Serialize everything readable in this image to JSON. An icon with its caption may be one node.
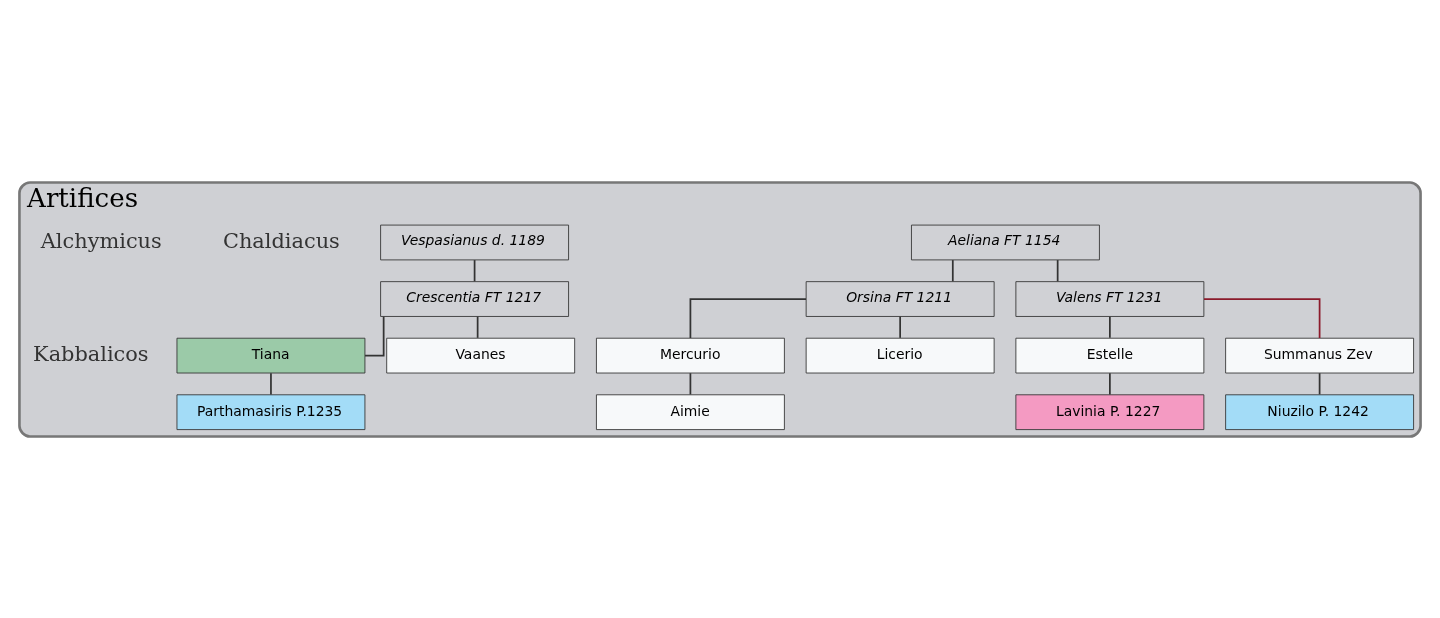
{
  "diagram": {
    "nodes": [
      {
        "text": [
          "Artifices"
        ]
      },
      {
        "text": [
          "Aeliana FT 1154"
        ],
        "in": 0
      },
      {
        "text": [
          "Vespasianus d. 1189"
        ],
        "in": 0
      },
      {
        "text": [
          "Orsina FT 1211"
        ],
        "in": 0
      },
      {
        "text": [
          "Crescentia FT 1217"
        ],
        "in": 0
      },
      {
        "text": [
          "Mercurio"
        ],
        "in": 0
      },
      {
        "text": [
          "Licerio"
        ],
        "in": 0
      },
      {
        "text": [
          "Tiana"
        ],
        "in": 0
      },
      {
        "text": [
          "Aimie"
        ],
        "in": 0
      },
      {
        "text": [
          "Parthamasiris P.1235"
        ],
        "in": 0
      },
      {
        "text": [
          "Valens FT 1231"
        ],
        "in": 0
      },
      {
        "text": [
          "Vaanes"
        ],
        "in": 0
      },
      {
        "text": [
          "Estelle"
        ],
        "in": 0
      },
      {
        "text": [
          "Summanus Zev"
        ],
        "in": 0
      },
      {
        "text": [
          "Lavinia P. 1227"
        ],
        "in": 0
      },
      {
        "text": [
          "Niuzilo P. 1242"
        ],
        "in": 0
      }
    ],
    "edges": [
      {
        "from": 1,
        "to": 3,
        "arrow": "none"
      },
      {
        "from": 1,
        "to": 10,
        "arrow": "none"
      },
      {
        "from": 2,
        "to": 4,
        "arrow": "none"
      },
      {
        "from": 3,
        "to": 5,
        "arrow": "none"
      },
      {
        "from": 3,
        "to": 6,
        "arrow": "none"
      },
      {
        "from": 5,
        "to": 8,
        "arrow": "none"
      },
      {
        "from": 4,
        "to": 7,
        "arrow": "none"
      },
      {
        "from": 4,
        "to": 11,
        "arrow": "none"
      },
      {
        "from": 7,
        "to": 9,
        "arrow": "none"
      },
      {
        "from": 10,
        "to": 12,
        "arrow": "none"
      },
      {
        "from": 10,
        "to": 13,
        "arrow": "none",
        "color": "#8b1a2b"
      },
      {
        "from": 12,
        "to": 14,
        "arrow": "none"
      },
      {
        "from": 13,
        "to": 15,
        "arrow": "none"
      }
    ],
    "labels": [
      "Chaldiacus",
      "Alchymicus",
      "Kabbalicos"
    ]
  }
}
